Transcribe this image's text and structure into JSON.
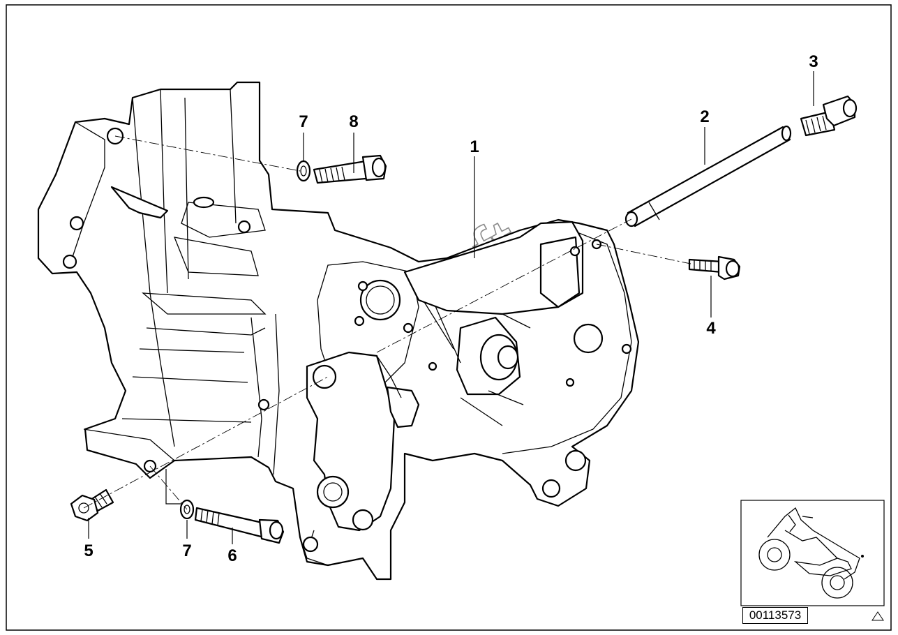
{
  "callouts": [
    {
      "id": "label-1",
      "text": "1"
    },
    {
      "id": "label-2",
      "text": "2"
    },
    {
      "id": "label-3",
      "text": "3"
    },
    {
      "id": "label-4",
      "text": "4"
    },
    {
      "id": "label-5",
      "text": "5"
    },
    {
      "id": "label-6",
      "text": "6"
    },
    {
      "id": "label-7a",
      "text": "7"
    },
    {
      "id": "label-7b",
      "text": "7"
    },
    {
      "id": "label-8",
      "text": "8"
    }
  ],
  "watermark": "AutoSoft",
  "reference_number": "00113573"
}
